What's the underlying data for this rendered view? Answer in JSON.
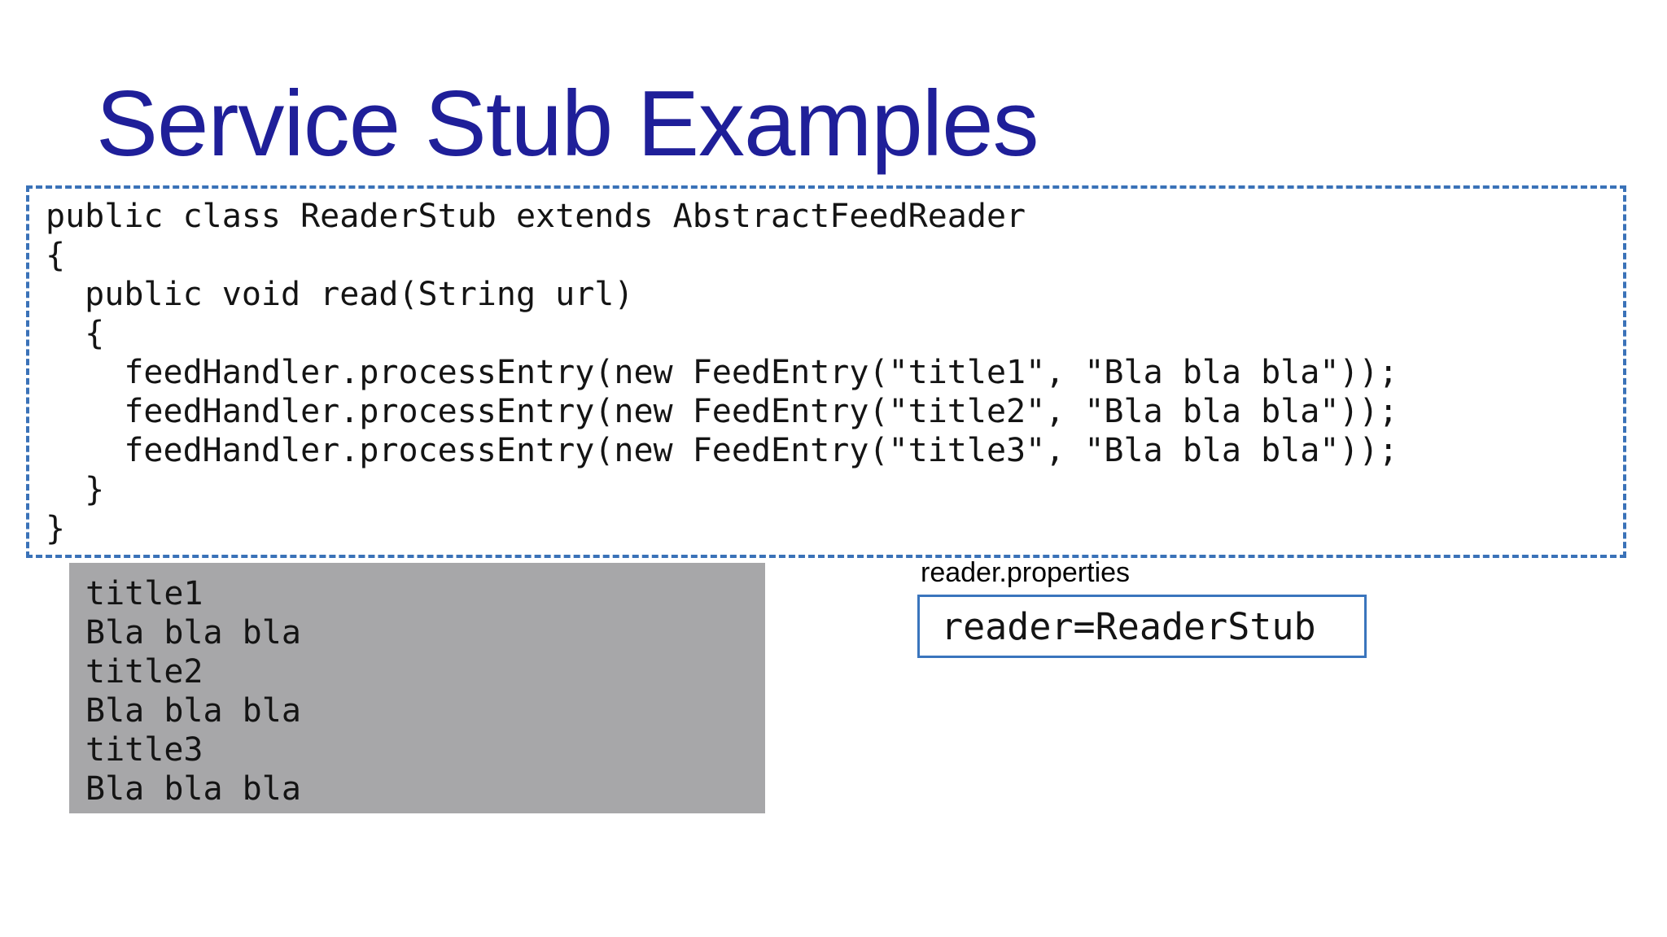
{
  "slide": {
    "title": "Service Stub Examples"
  },
  "code_box": {
    "lines": [
      "public class ReaderStub extends AbstractFeedReader",
      "{",
      "  public void read(String url)",
      "  {",
      "    feedHandler.processEntry(new FeedEntry(\"title1\", \"Bla bla bla\"));",
      "    feedHandler.processEntry(new FeedEntry(\"title2\", \"Bla bla bla\"));",
      "    feedHandler.processEntry(new FeedEntry(\"title3\", \"Bla bla bla\"));",
      "  }",
      "}"
    ]
  },
  "output_box": {
    "lines": [
      "title1",
      "Bla bla bla",
      "title2",
      "Bla bla bla",
      "title3",
      "Bla bla bla"
    ]
  },
  "properties": {
    "label": "reader.properties",
    "value": "reader=ReaderStub"
  },
  "colors": {
    "title_text": "#1f1f99",
    "dashed_border": "#3a72b8",
    "solid_border": "#3a75bd",
    "output_background": "#a7a7a9",
    "code_text": "#141414"
  }
}
